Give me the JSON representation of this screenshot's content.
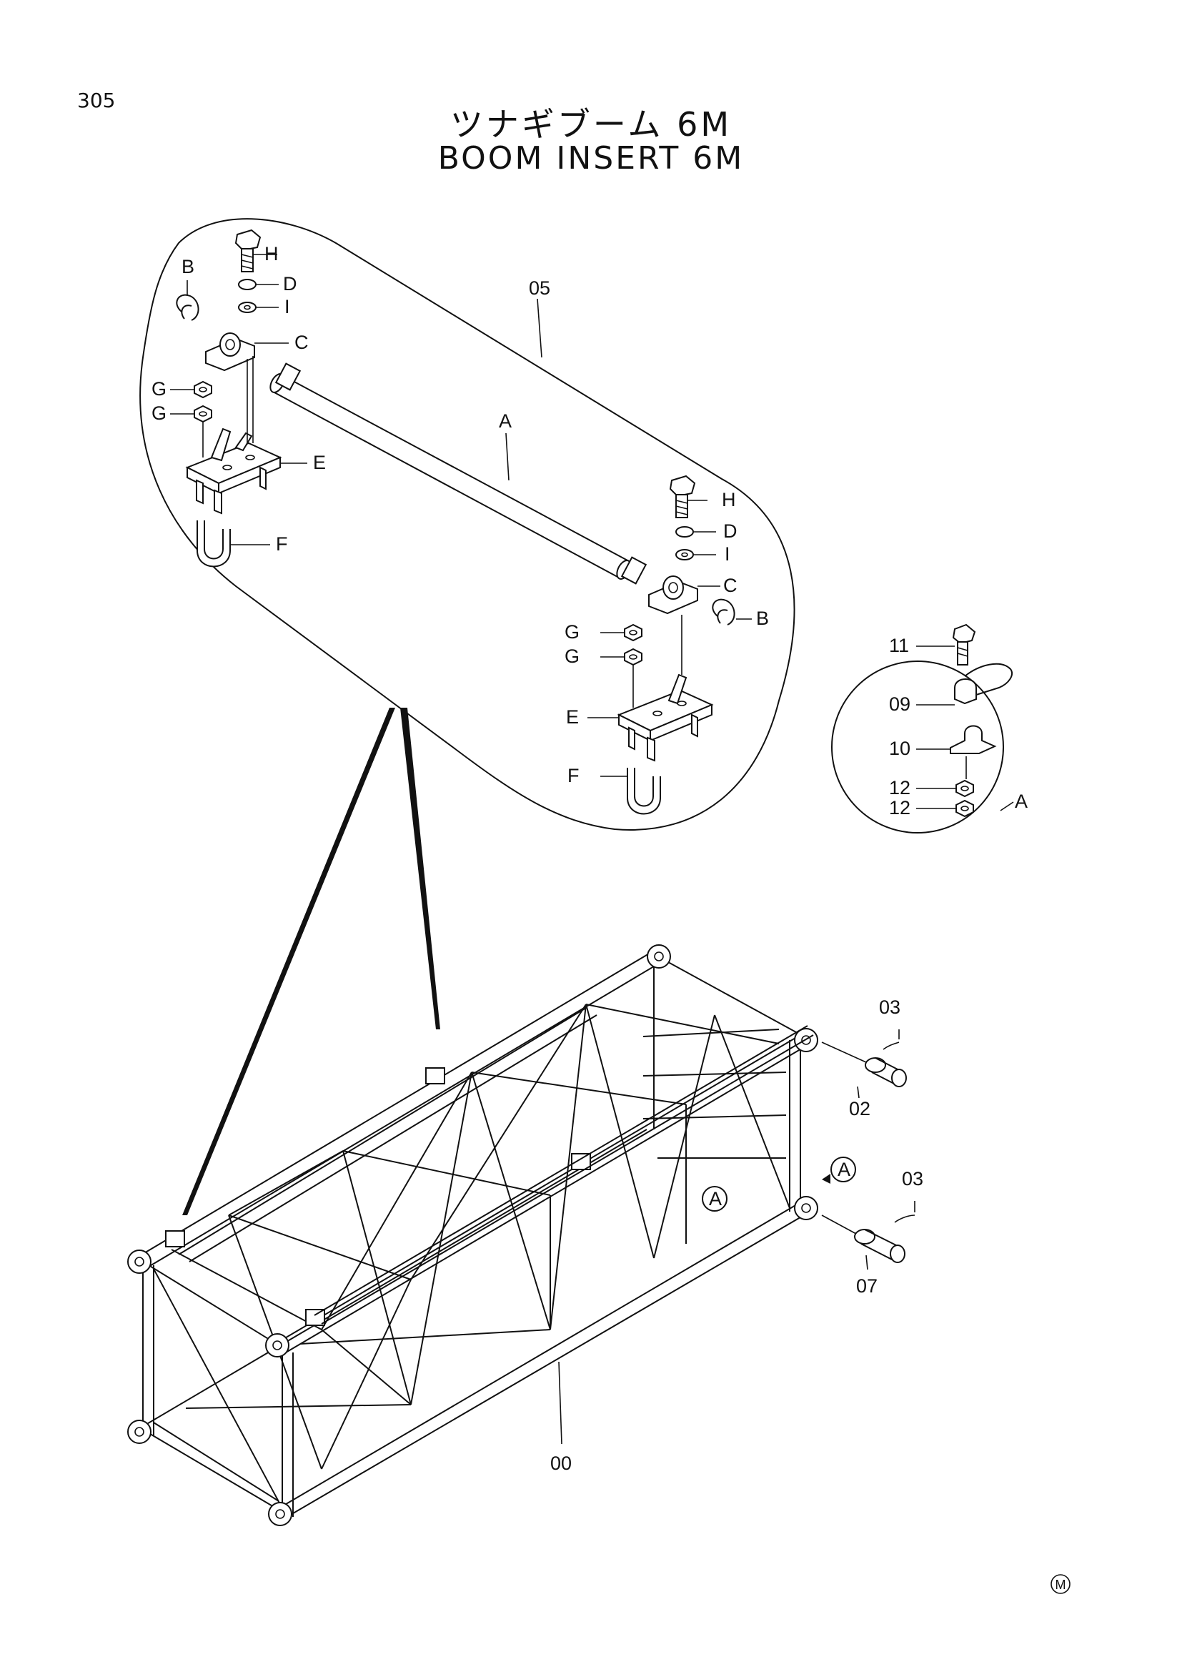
{
  "page_number": "305",
  "title_jp": "ツナギブーム 6M",
  "title_en": "BOOM INSERT 6M",
  "labels": {
    "b": "B",
    "h": "H",
    "d": "D",
    "i": "I",
    "c": "C",
    "g": "G",
    "e": "E",
    "f": "F",
    "a": "A",
    "p05": "05",
    "p11": "11",
    "p09": "09",
    "p10": "10",
    "p12": "12",
    "p03": "03",
    "p02": "02",
    "p07": "07",
    "p00": "00"
  },
  "symbol": "M"
}
